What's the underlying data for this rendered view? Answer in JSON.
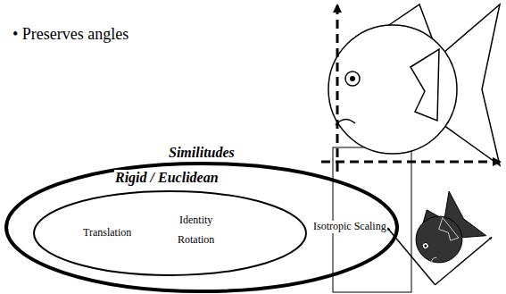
{
  "diagram": {
    "nodes": [
      {
        "text": [
          "Similitudes",
          "Isotropic Scaling"
        ]
      },
      {
        "text": [
          "Rigid / Euclidean",
          "Translation",
          "Identity",
          "Rotation"
        ],
        "in": 0
      }
    ],
    "labels": [
      "• Preserves angles"
    ]
  }
}
